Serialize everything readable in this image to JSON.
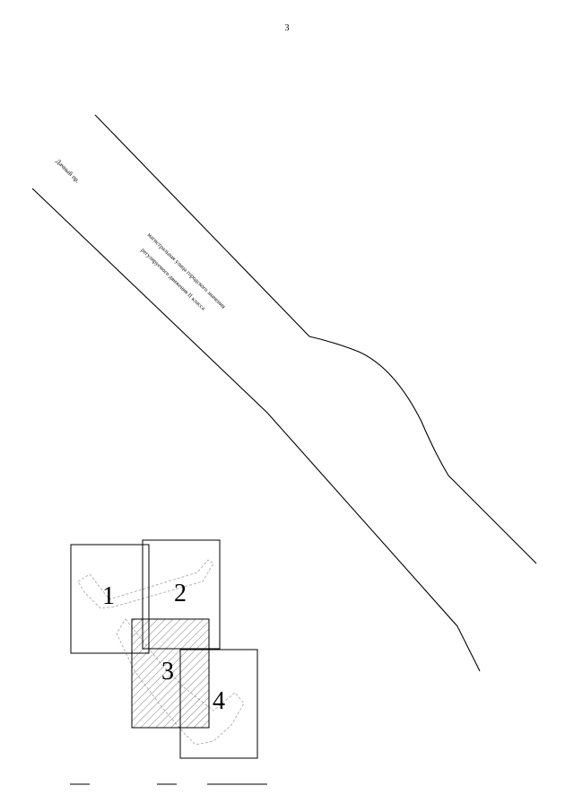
{
  "page": {
    "number": "3"
  },
  "map": {
    "street_name": "Дачный пр.",
    "road_description_line1": "магистральная улица городского значения",
    "road_description_line2": "регулируемого движения II класса",
    "sheet_labels": [
      "1",
      "2",
      "3",
      "4"
    ]
  }
}
